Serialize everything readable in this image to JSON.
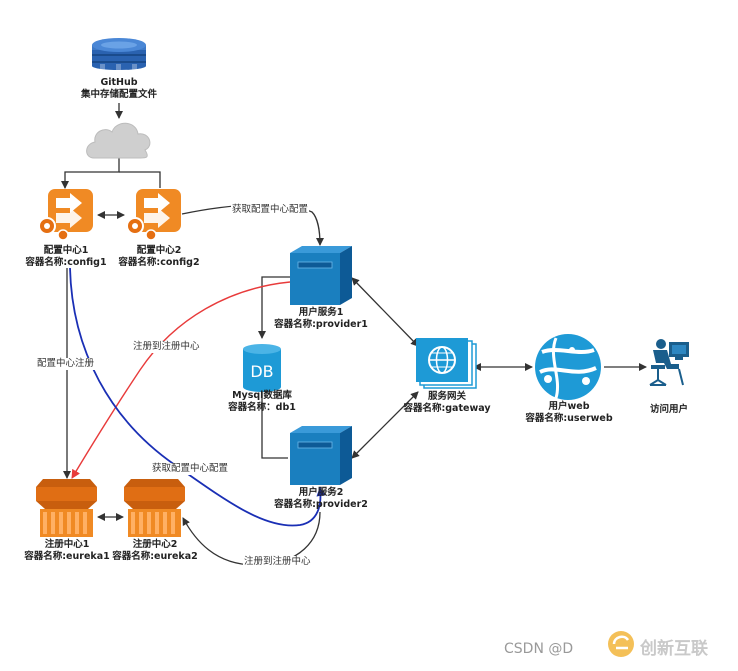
{
  "nodes": {
    "github": {
      "title": "GitHub",
      "subtitle": "集中存储配置文件"
    },
    "config1": {
      "title": "配置中心1",
      "subtitle": "容器名称:config1"
    },
    "config2": {
      "title": "配置中心2",
      "subtitle": "容器名称:config2"
    },
    "provider1": {
      "title": "用户服务1",
      "subtitle": "容器名称:provider1"
    },
    "provider2": {
      "title": "用户服务2",
      "subtitle": "容器名称:provider2"
    },
    "db": {
      "icon_text": "DB",
      "title": "Mysql数据库",
      "subtitle": "容器名称：db1"
    },
    "gateway": {
      "title": "服务网关",
      "subtitle": "容器名称:gateway"
    },
    "userweb": {
      "title": "用户web",
      "subtitle": "容器名称:userweb"
    },
    "visitor": {
      "title": "访问用户"
    },
    "eureka1": {
      "title": "注册中心1",
      "subtitle": "容器名称:eureka1"
    },
    "eureka2": {
      "title": "注册中心2",
      "subtitle": "容器名称:eureka2"
    }
  },
  "edge_labels": {
    "fetch_config_top": "获取配置中心配置",
    "config_register": "配置中心注册",
    "register_red": "注册到注册中心",
    "fetch_config_blue": "获取配置中心配置",
    "register_bottom": "注册到注册中心"
  },
  "watermark": {
    "csdn": "CSDN @D",
    "brand": "创新互联"
  },
  "colors": {
    "orange": "#f08a24",
    "blue": "#1a7fbf",
    "azure": "#1e9ad6",
    "red_edge": "#e83b3b",
    "blue_edge": "#1a2fb5",
    "line": "#333333"
  }
}
